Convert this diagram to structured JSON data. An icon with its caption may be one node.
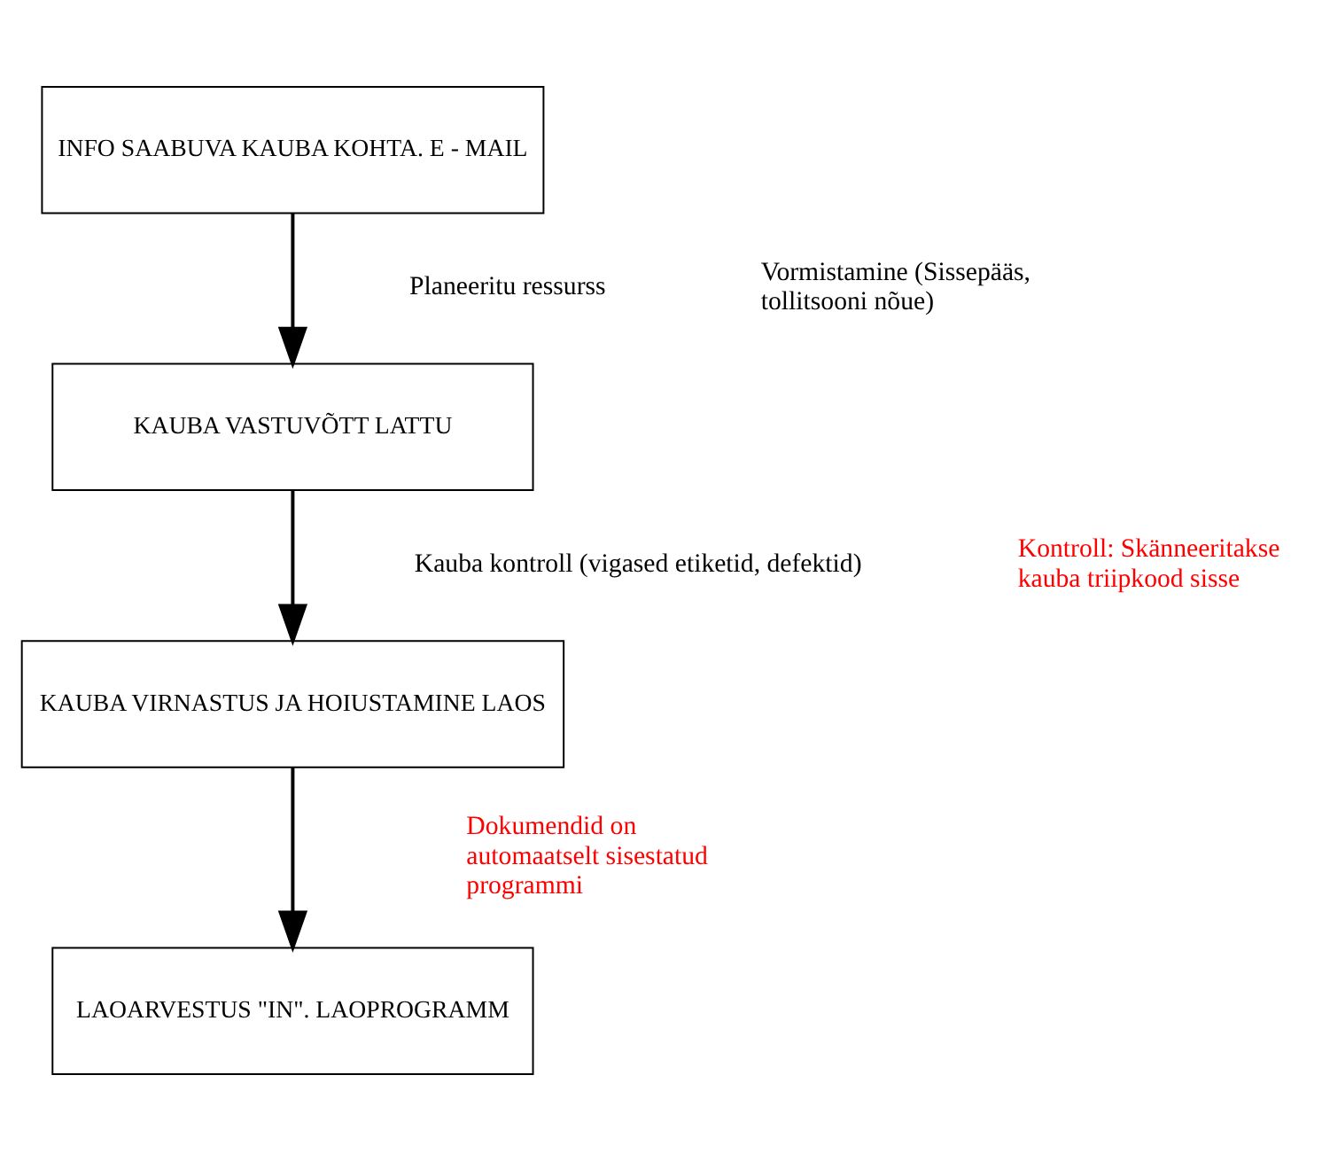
{
  "diagram": {
    "nodes": [
      {
        "text": [
          "INFO SAABUVA KAUBA KOHTA. E - MAIL"
        ]
      },
      {
        "text": [
          "KAUBA VASTUVÕTT LATTU"
        ]
      },
      {
        "text": [
          "KAUBA VIRNASTUS JA HOIUSTAMINE LAOS"
        ]
      },
      {
        "text": [
          "LAOARVESTUS \"IN\". LAOPROGRAMM"
        ]
      }
    ],
    "edges": [
      {
        "from": 0,
        "to": 1,
        "arrow": "to"
      },
      {
        "from": 1,
        "to": 2,
        "arrow": "to"
      },
      {
        "from": 2,
        "to": 3,
        "arrow": "to"
      }
    ],
    "labels": [
      "Planeeritu ressurss",
      "Vormistamine (Sissepääs, tollitsooni nõue)",
      "Kauba kontroll (vigased etiketid, defektid)",
      "Kontroll: Skänneeritakse kauba triipkood sisse",
      "Dokumendid on automaatselt sisestatud programmi"
    ]
  }
}
